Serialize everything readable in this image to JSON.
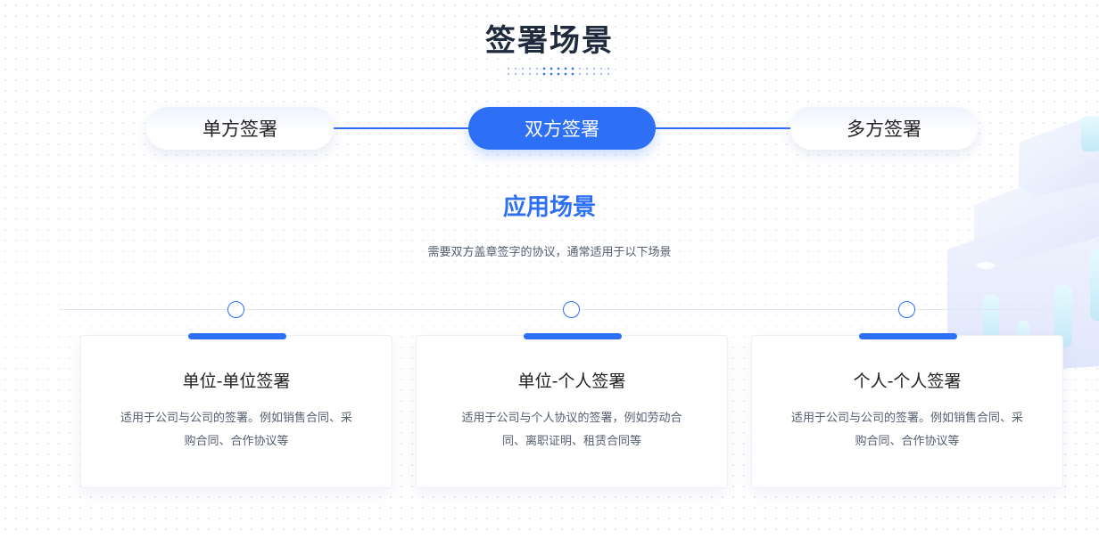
{
  "page_title": "签署场景",
  "tabs": [
    {
      "label": "单方签署",
      "active": false
    },
    {
      "label": "双方签署",
      "active": true
    },
    {
      "label": "多方签署",
      "active": false
    }
  ],
  "section": {
    "title": "应用场景",
    "description": "需要双方盖章签字的协议，通常适用于以下场景"
  },
  "cards": [
    {
      "title": "单位-单位签署",
      "text": "适用于公司与公司的签署。例如销售合同、采购合同、合作协议等"
    },
    {
      "title": "单位-个人签署",
      "text": "适用于公司与个人协议的签署，例如劳动合同、离职证明、租赁合同等"
    },
    {
      "title": "个人-个人签署",
      "text": "适用于公司与公司的签署。例如销售合同、采购合同、合作协议等"
    }
  ],
  "colors": {
    "accent": "#2d6ff5",
    "title_text": "#1f2a3d",
    "body_text": "#555e6e"
  }
}
